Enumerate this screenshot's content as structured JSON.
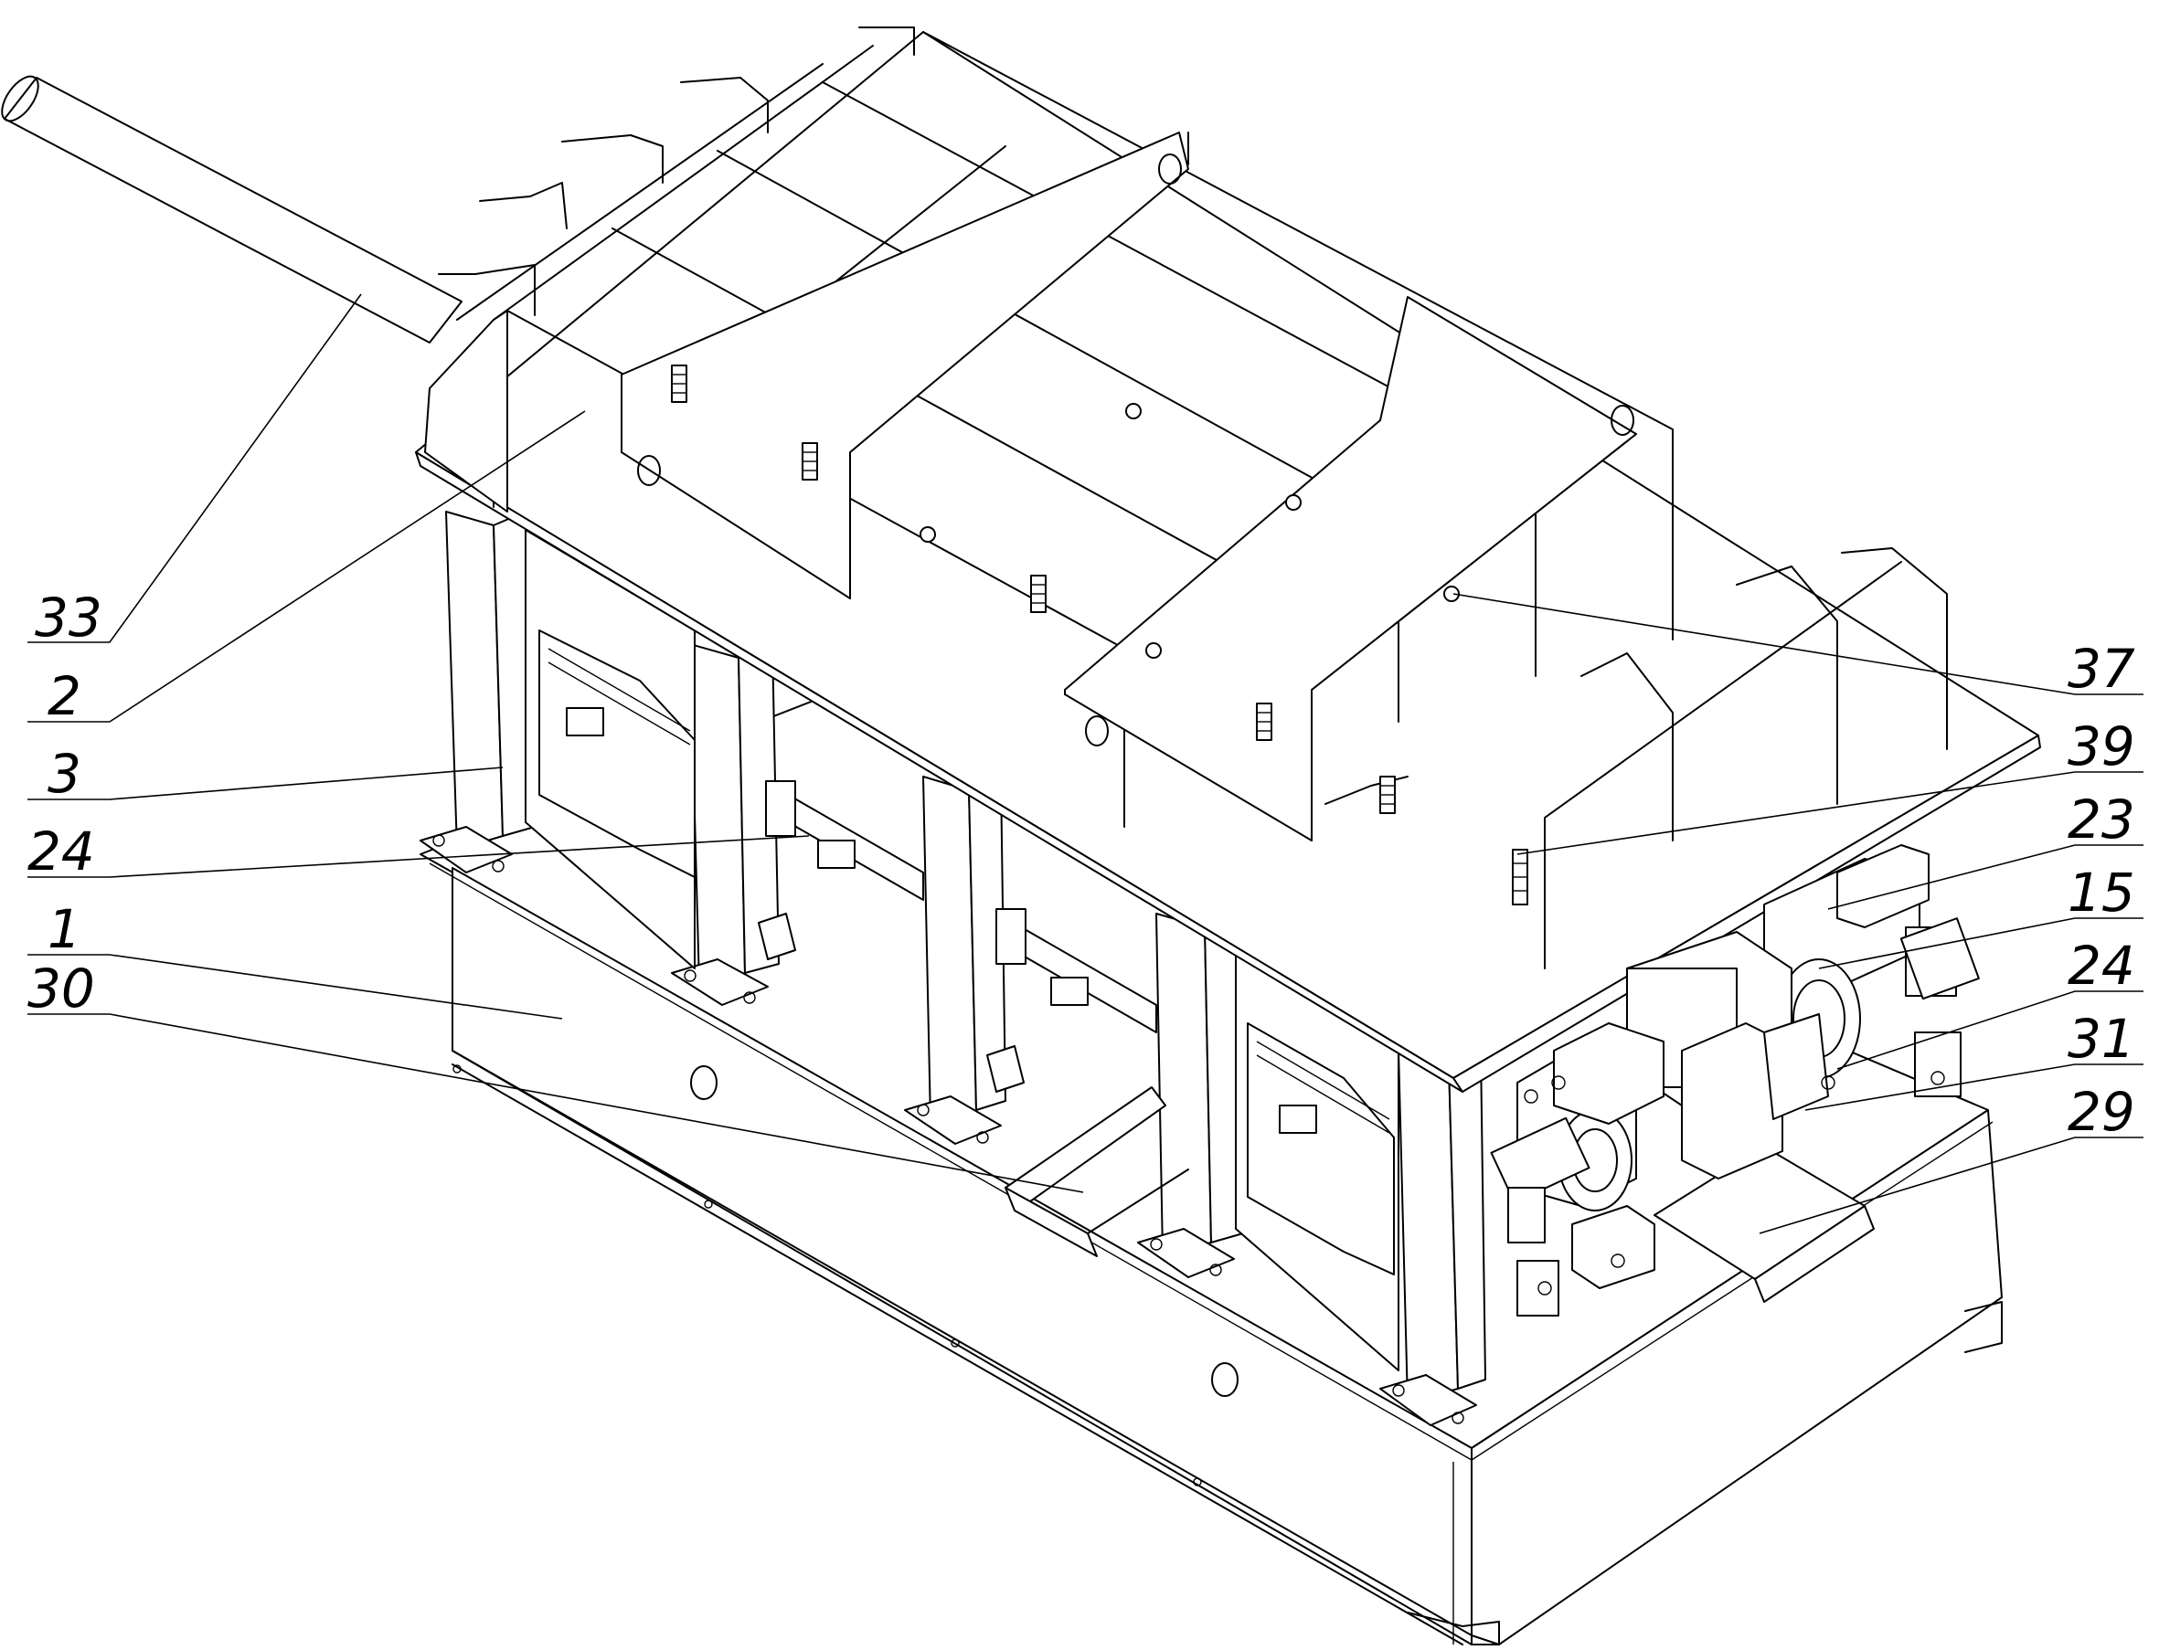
{
  "references": [
    {
      "id": "r33",
      "label": "33"
    },
    {
      "id": "r2",
      "label": "2"
    },
    {
      "id": "r3",
      "label": "3"
    },
    {
      "id": "r24a",
      "label": "24"
    },
    {
      "id": "r1",
      "label": "1"
    },
    {
      "id": "r30",
      "label": "30"
    },
    {
      "id": "r37",
      "label": "37"
    },
    {
      "id": "r39",
      "label": "39"
    },
    {
      "id": "r23",
      "label": "23"
    },
    {
      "id": "r15",
      "label": "15"
    },
    {
      "id": "r24b",
      "label": "24"
    },
    {
      "id": "r31",
      "label": "31"
    },
    {
      "id": "r29",
      "label": "29"
    }
  ]
}
